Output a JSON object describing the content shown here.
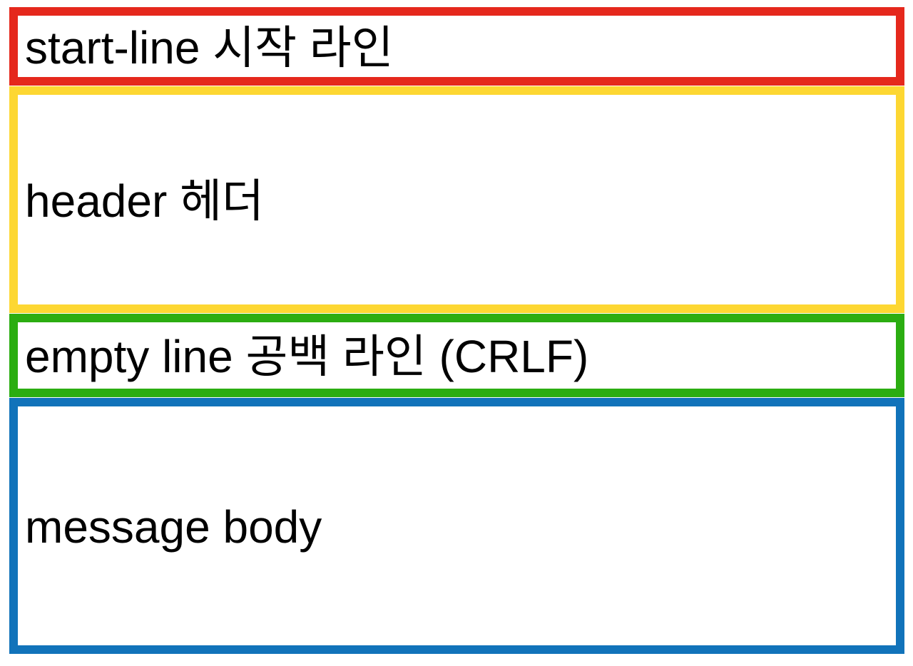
{
  "diagram": {
    "description": "HTTP message structure diagram",
    "text_color": "#000000",
    "background_color": "#ffffff",
    "boxes": [
      {
        "id": "start-line",
        "label": "start-line 시작 라인",
        "border_color": "#e5281c"
      },
      {
        "id": "header",
        "label": "header 헤더",
        "border_color": "#fdd732"
      },
      {
        "id": "empty-line",
        "label": "empty line 공백 라인 (CRLF)",
        "border_color": "#2bad11"
      },
      {
        "id": "message-body",
        "label": "message body",
        "border_color": "#1173ba"
      }
    ]
  }
}
